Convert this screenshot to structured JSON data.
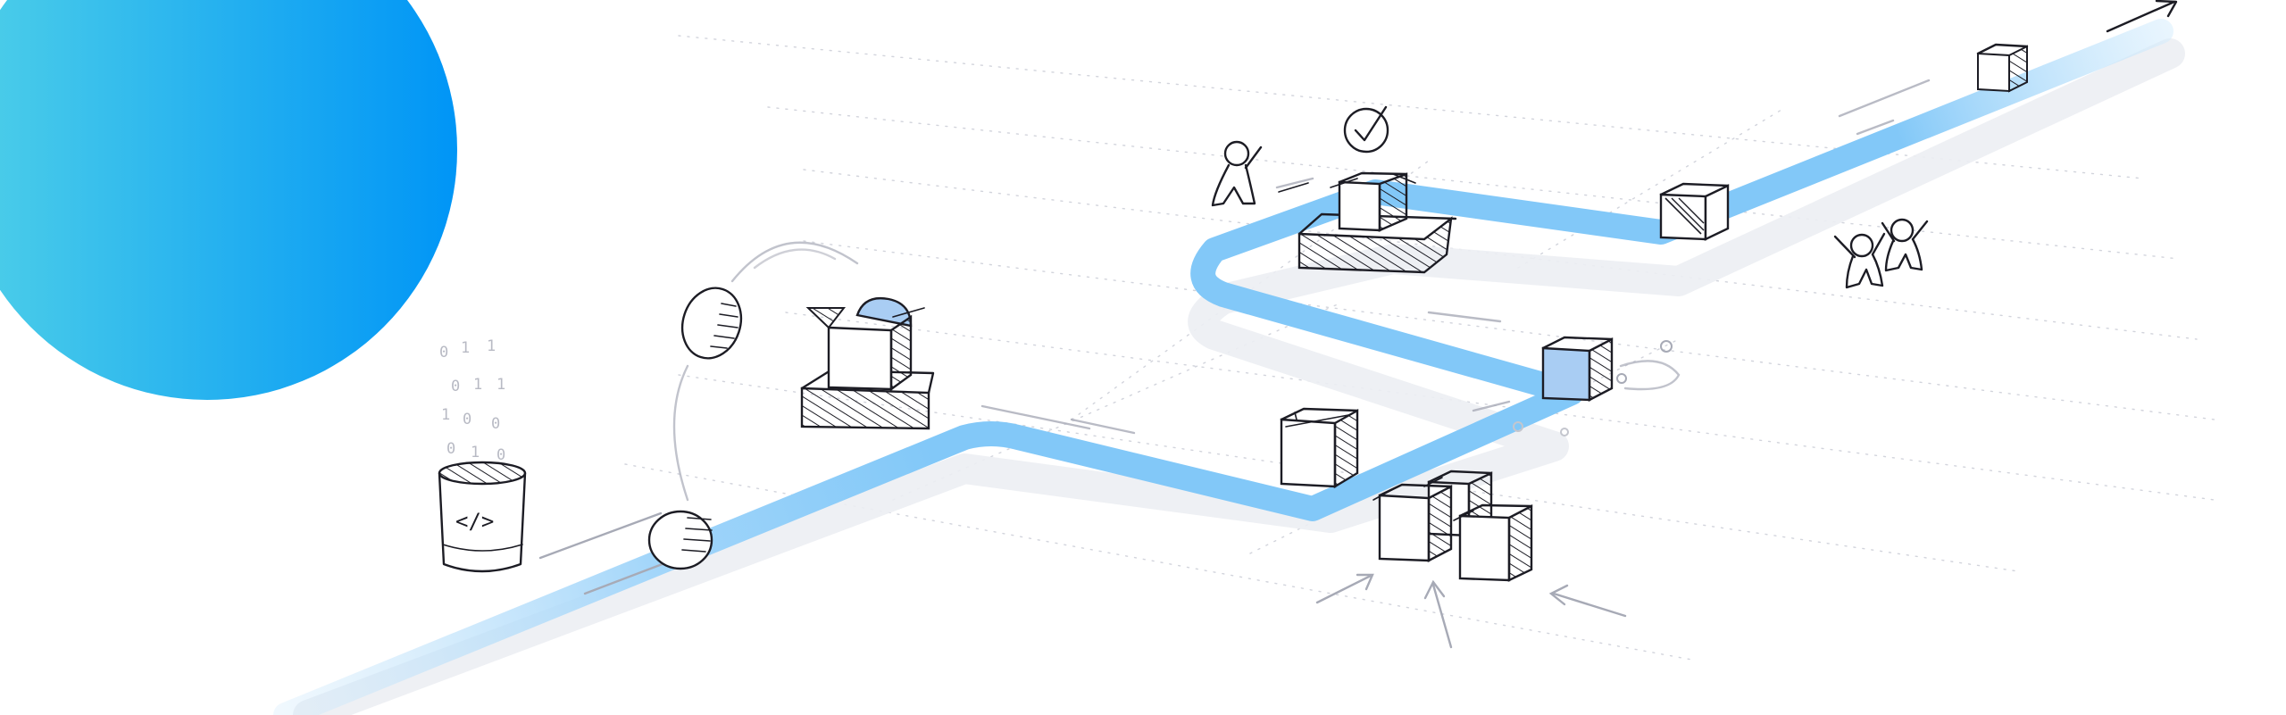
{
  "colors": {
    "accent": "#0095f6",
    "accent_light": "#4fd0e8",
    "pipeline": "#82c8f8",
    "pipeline_shadow": "#eceef3",
    "ink": "#1c1c24",
    "cube_fill": "#a9cdf3"
  },
  "scene": {
    "code_icon_text": "</>",
    "binary_bits": [
      "0",
      "1",
      "0",
      "1",
      "0",
      "1",
      "0",
      "1",
      "0",
      "1",
      "0",
      "1"
    ]
  },
  "icons": [
    "code-bucket-icon",
    "ball-icon",
    "cube-icon",
    "checkmark-icon",
    "person-icon",
    "arrow-icon"
  ]
}
